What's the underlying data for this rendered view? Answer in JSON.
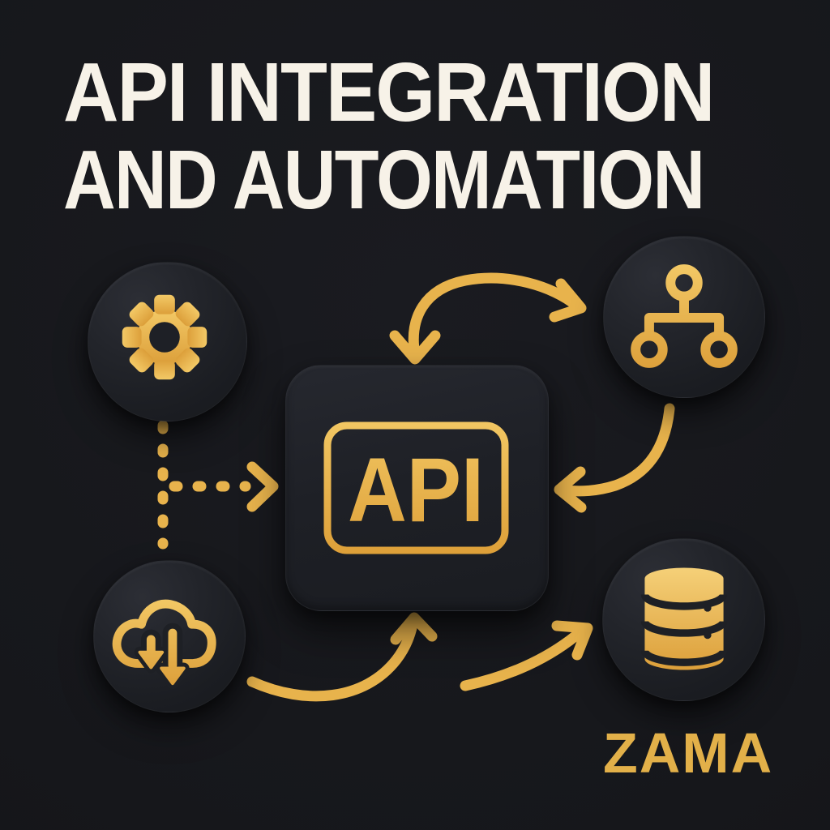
{
  "title": {
    "line1": "API INTEGRATION",
    "line2": "AND AUTOMATION"
  },
  "center_node": {
    "label": "API"
  },
  "brand": {
    "label": "ZAMA"
  },
  "nodes": [
    {
      "id": "settings",
      "icon": "gear-icon",
      "position": "top-left"
    },
    {
      "id": "workflow",
      "icon": "hierarchy-icon",
      "position": "top-right"
    },
    {
      "id": "cloud-download",
      "icon": "cloud-download-icon",
      "position": "bottom-left"
    },
    {
      "id": "database",
      "icon": "database-icon",
      "position": "bottom-right"
    }
  ],
  "connections": [
    {
      "from": "api",
      "to": "workflow",
      "style": "curved-double-head-arrow"
    },
    {
      "from": "workflow",
      "to": "api",
      "style": "curved-arrow"
    },
    {
      "from": "settings",
      "to": "api",
      "style": "dashed-arrow"
    },
    {
      "from": "settings",
      "to": "cloud-download",
      "style": "dashed-line"
    },
    {
      "from": "cloud-download",
      "to": "api",
      "style": "curved-arrow"
    },
    {
      "from": "api",
      "to": "database",
      "style": "curved-arrow"
    }
  ],
  "colors": {
    "background": "#16171b",
    "card": "#1e2026",
    "gold": "#e8b34c",
    "gold_light": "#f3c966",
    "gold_deep": "#d89b35",
    "title_text": "#f7f2e8",
    "brand_text": "#e2b049"
  }
}
